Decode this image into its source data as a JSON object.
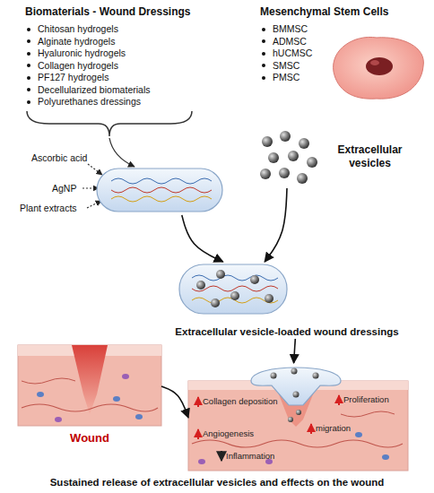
{
  "diagram": {
    "caption": "Sustained release of extracellular vesicles and effects on the wound",
    "nodes": [
      {
        "text": [
          "Biomaterials - Wound Dressings",
          "Chitosan hydrogels",
          "Alginate hydrogels",
          "Hyaluronic hydrogels",
          "Collagen hydrogels",
          "PF127 hydrogels",
          "Decellularized biomaterials",
          "Polyurethanes dressings"
        ]
      },
      {
        "text": [
          "Mesenchymal Stem Cells",
          "BMMSC",
          "ADMSC",
          "hUCMSC",
          "SMSC",
          "PMSC"
        ]
      },
      {
        "text": [
          "Extracellular vesicles"
        ]
      },
      {
        "text": [
          "Extracellular vesicle-loaded wound dressings"
        ]
      },
      {
        "text": [
          "Wound"
        ]
      },
      {
        "text": [
          "Collagen deposition",
          "Proliferation",
          "Angiogenesis",
          "migration",
          "Inflammation"
        ]
      }
    ],
    "edges": [
      {
        "from": 0,
        "to": 3,
        "arrow": "to"
      },
      {
        "from": 2,
        "to": 3,
        "arrow": "to"
      },
      {
        "from": 3,
        "to": 5,
        "arrow": "to"
      },
      {
        "from": 4,
        "to": 5,
        "arrow": "to"
      }
    ],
    "labels": [
      "Ascorbic acid",
      "AgNP",
      "Plant extracts"
    ]
  }
}
